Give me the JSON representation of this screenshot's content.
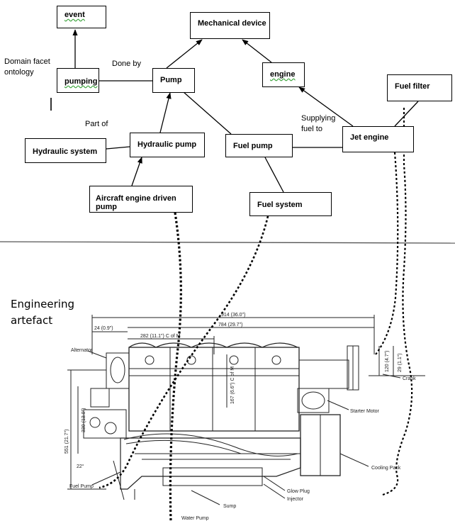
{
  "ontology": {
    "heading_line1": "Domain facet",
    "heading_line2": "ontology",
    "nodes": {
      "event": "event",
      "mechanical_device": "Mechanical device",
      "pumping": "pumping",
      "pump": "Pump",
      "engine": "engine",
      "fuel_filter": "Fuel filter",
      "hydraulic_system": "Hydraulic system",
      "hydraulic_pump": "Hydraulic pump",
      "fuel_pump": "Fuel pump",
      "jet_engine": "Jet engine",
      "aircraft_engine_driven_pump": "Aircraft engine driven pump",
      "fuel_system": "Fuel system"
    },
    "relations": {
      "done_by": "Done by",
      "part_of": "Part of",
      "supplying_line1": "Supplying",
      "supplying_line2": "fuel to"
    }
  },
  "artefact": {
    "heading_line1": "Engineering",
    "heading_line2": "artefact",
    "labels": {
      "alternator": "Alternator",
      "fuel_pump": "Fuel Pump",
      "water_pump": "Water Pump",
      "sump": "Sump",
      "injector": "Injector",
      "glow_plug": "Glow Plug",
      "cooling_pack": "Cooling Pack",
      "starter_motor": "Starter Motor",
      "crank": "Crank",
      "angle": "22°"
    },
    "dimensions": {
      "overall": "914 (36.0\")",
      "d24": "24 (0.9\")",
      "d784": "784 (29.7\")",
      "d282": "282 (11.1\") C of M",
      "d167": "167 (6.6\") C of M",
      "d330": "330 (13.0\")",
      "d551": "551 (21.7\")",
      "d120": "120 (4.7\")",
      "d29": "29 (1.1\")"
    }
  }
}
